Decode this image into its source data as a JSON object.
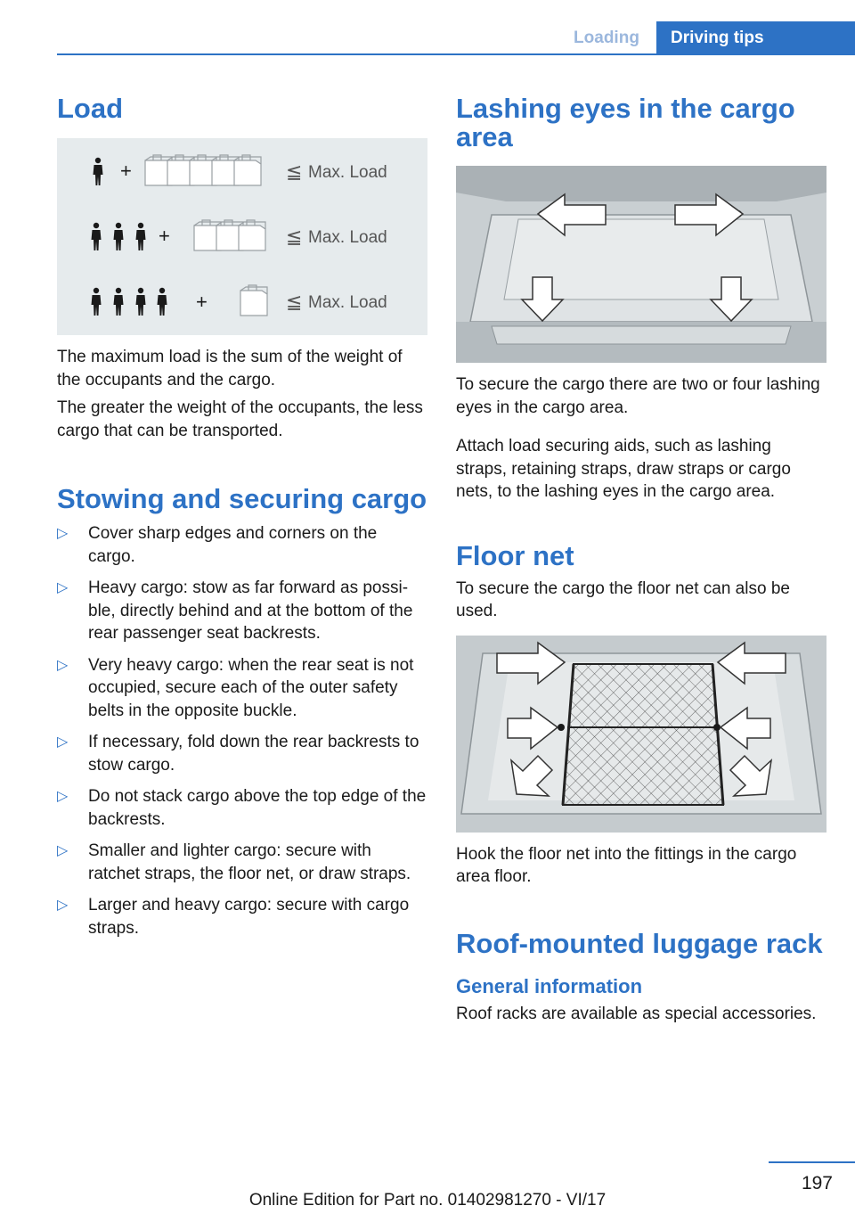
{
  "header": {
    "tab_loading": "Loading",
    "tab_driving_tips": "Driving tips"
  },
  "left": {
    "load_heading": "Load",
    "load_figure": {
      "label_max_load": "Max. Load",
      "plus": "+",
      "le": "≦"
    },
    "load_p1": "The maximum load is the sum of the weight of the occupants and the cargo.",
    "load_p2": "The greater the weight of the occupants, the less cargo that can be transported.",
    "stowing_heading": "Stowing and securing cargo",
    "stowing_items": [
      "Cover sharp edges and corners on the cargo.",
      "Heavy cargo: stow as far forward as possi­ble, directly behind and at the bottom of the rear passenger seat backrests.",
      "Very heavy cargo: when the rear seat is not occupied, secure each of the outer safety belts in the opposite buckle.",
      "If necessary, fold down the rear backrests to stow cargo.",
      "Do not stack cargo above the top edge of the backrests.",
      "Smaller and lighter cargo: secure with ratchet straps, the floor net, or draw straps.",
      "Larger and heavy cargo: secure with cargo straps."
    ]
  },
  "right": {
    "lashing_heading": "Lashing eyes in the cargo area",
    "lashing_p1": "To secure the cargo there are two or four lash­ing eyes in the cargo area.",
    "lashing_p2": "Attach load securing aids, such as lashing straps, retaining straps, draw straps or cargo nets, to the lashing eyes in the cargo area.",
    "floornet_heading": "Floor net",
    "floornet_p1": "To secure the cargo the floor net can also be used.",
    "floornet_p2": "Hook the floor net into the fittings in the cargo area floor.",
    "roof_heading": "Roof-mounted luggage rack",
    "general_heading": "General information",
    "general_p1": "Roof racks are available as special accessories."
  },
  "footer": {
    "page_number": "197",
    "edition": "Online Edition for Part no. 01402981270 - VI/17"
  },
  "colors": {
    "accent": "#2d72c5",
    "tab_inactive_text": "#9bb7dd",
    "figure_bg": "#e6ebed"
  },
  "icons": [
    "person-icon",
    "suitcase-icon",
    "arrow-icon",
    "bullet-triangle-icon"
  ]
}
